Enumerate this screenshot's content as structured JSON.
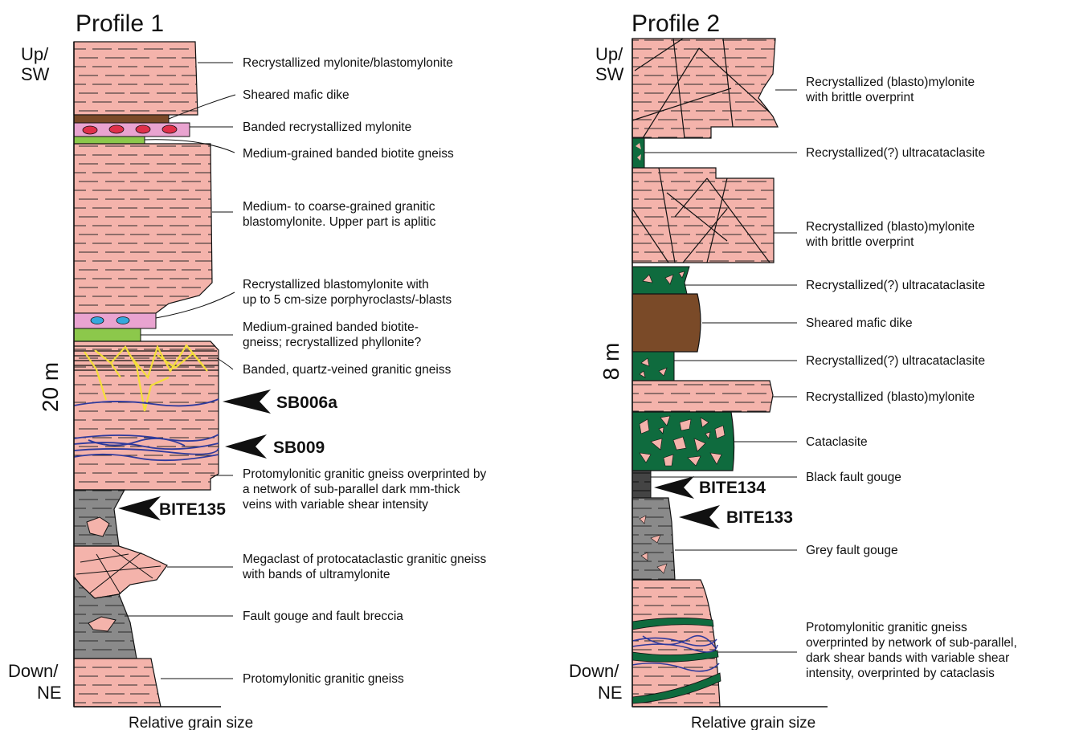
{
  "colors": {
    "protomylonite": "#f4b3ab",
    "mafic_dike": "#7a4a28",
    "banded_mylonite": "#e9a3d0",
    "biotite_gneiss": "#8cc84b",
    "cataclasite": "#0f6b3e",
    "grey_gouge": "#8a8a8a",
    "black_gouge": "#444444",
    "quartz_vein": "#f4df3a",
    "dark_vein": "#2f3a9c",
    "clast_red": "#e0304a",
    "clast_blue": "#35a8dd"
  },
  "profile1": {
    "title": "Profile 1",
    "top_label": [
      "Up/",
      "SW"
    ],
    "bottom_label": [
      "Down/",
      "NE"
    ],
    "scale_label": "20 m",
    "axis_label": "Relative grain size",
    "annotations": [
      [
        "Recrystallized mylonite/blastomylonite"
      ],
      [
        "Sheared mafic dike"
      ],
      [
        "Banded recrystallized mylonite"
      ],
      [
        "Medium-grained banded biotite gneiss"
      ],
      [
        "Medium- to coarse-grained granitic",
        "blastomylonite. Upper part is aplitic"
      ],
      [
        "Recrystallized blastomylonite with",
        "up to 5 cm-size porphyroclasts/-blasts"
      ],
      [
        "Medium-grained banded biotite-",
        "gneiss; recrystallized phyllonite?"
      ],
      [
        "Banded, quartz-veined granitic gneiss"
      ],
      [
        "Protomylonitic granitic gneiss overprinted by",
        "a network of sub-parallel dark mm-thick",
        "veins with variable shear intensity"
      ],
      [
        "Megaclast of protocataclastic granitic gneiss",
        "with bands of ultramylonite"
      ],
      [
        "Fault gouge and fault breccia"
      ],
      [
        "Protomylonitic granitic gneiss"
      ]
    ],
    "samples": [
      "SB006a",
      "SB009",
      "BITE135"
    ]
  },
  "profile2": {
    "title": "Profile 2",
    "top_label": [
      "Up/",
      "SW"
    ],
    "bottom_label": [
      "Down/",
      "NE"
    ],
    "scale_label": "8 m",
    "axis_label": "Relative grain size",
    "annotations": [
      [
        "Recrystallized (blasto)mylonite",
        "with brittle overprint"
      ],
      [
        "Recrystallized(?) ultracataclasite"
      ],
      [
        "Recrystallized (blasto)mylonite",
        "with brittle overprint"
      ],
      [
        "Recrystallized(?) ultracataclasite"
      ],
      [
        "Sheared mafic dike"
      ],
      [
        "Recrystallized(?) ultracataclasite"
      ],
      [
        "Recrystallized (blasto)mylonite"
      ],
      [
        "Cataclasite"
      ],
      [
        "Black fault gouge"
      ],
      [
        "Grey fault gouge"
      ],
      [
        "Protomylonitic granitic gneiss",
        "overprinted by network of sub-parallel,",
        "dark shear bands with variable shear",
        "intensity, overprinted by cataclasis"
      ]
    ],
    "samples": [
      "BITE134",
      "BITE133"
    ]
  }
}
